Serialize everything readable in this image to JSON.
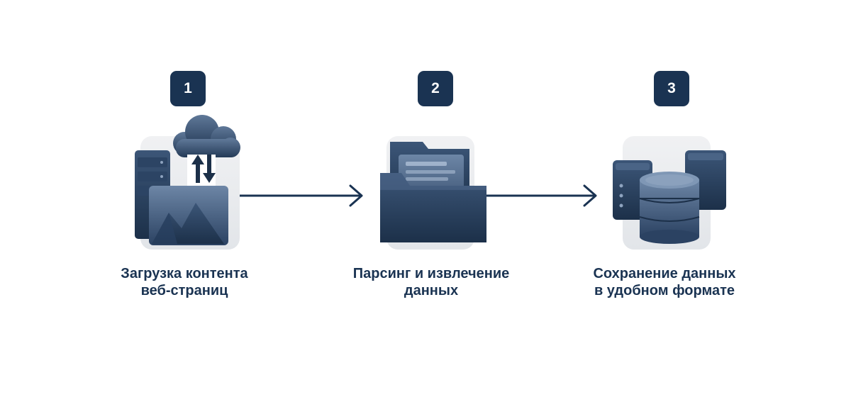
{
  "colors": {
    "navy": "#1a3352",
    "icon_dark": "#1f3550",
    "icon_mid": "#3a5577",
    "icon_light": "#5b7596",
    "tile_bg": "#e9ebee",
    "background": "#ffffff"
  },
  "steps": [
    {
      "number": "1",
      "caption_line1": "Загрузка контента",
      "caption_line2": "веб-страниц",
      "icon": "server-cloud-image-icon"
    },
    {
      "number": "2",
      "caption_line1": "Парсинг и извлечение",
      "caption_line2": "данных",
      "icon": "folder-documents-icon"
    },
    {
      "number": "3",
      "caption_line1": "Сохранение данных",
      "caption_line2": "в удобном формате",
      "icon": "database-servers-icon"
    }
  ],
  "connectors": [
    {
      "from": "1",
      "to": "2"
    },
    {
      "from": "2",
      "to": "3"
    }
  ]
}
